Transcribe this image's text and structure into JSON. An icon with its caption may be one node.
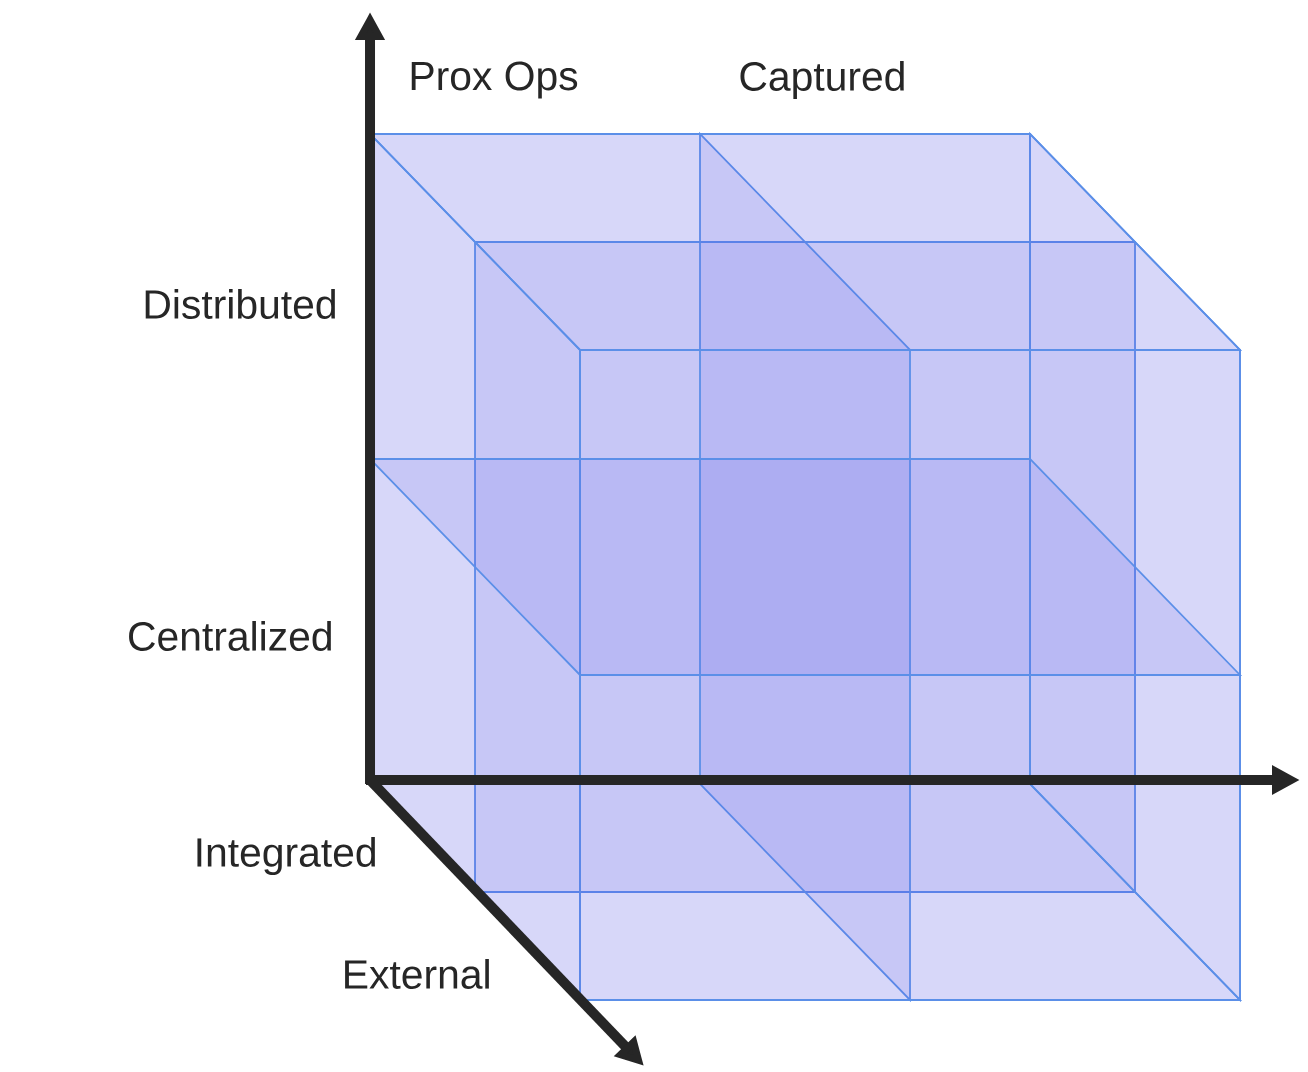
{
  "diagram": {
    "labels": [
      "Prox Ops",
      "Captured",
      "Distributed",
      "Centralized",
      "Integrated",
      "External"
    ]
  }
}
